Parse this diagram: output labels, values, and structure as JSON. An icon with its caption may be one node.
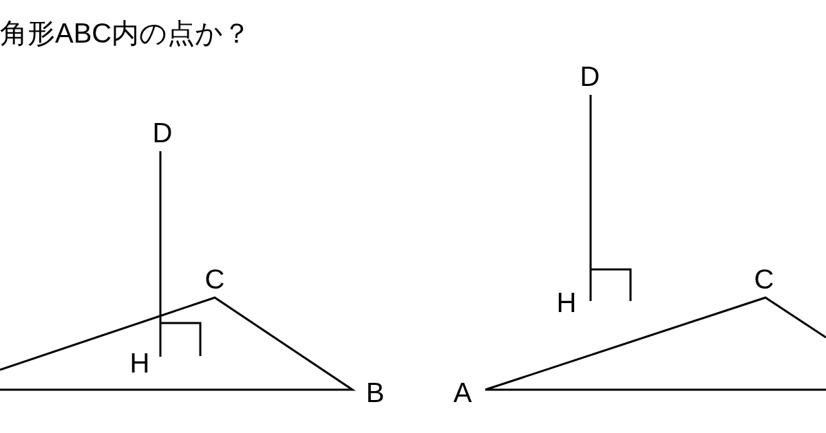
{
  "diagram": {
    "title": "角形ABC内の点か？",
    "labels": [
      "D",
      "C",
      "H",
      "B",
      "D",
      "C",
      "H",
      "A"
    ]
  }
}
